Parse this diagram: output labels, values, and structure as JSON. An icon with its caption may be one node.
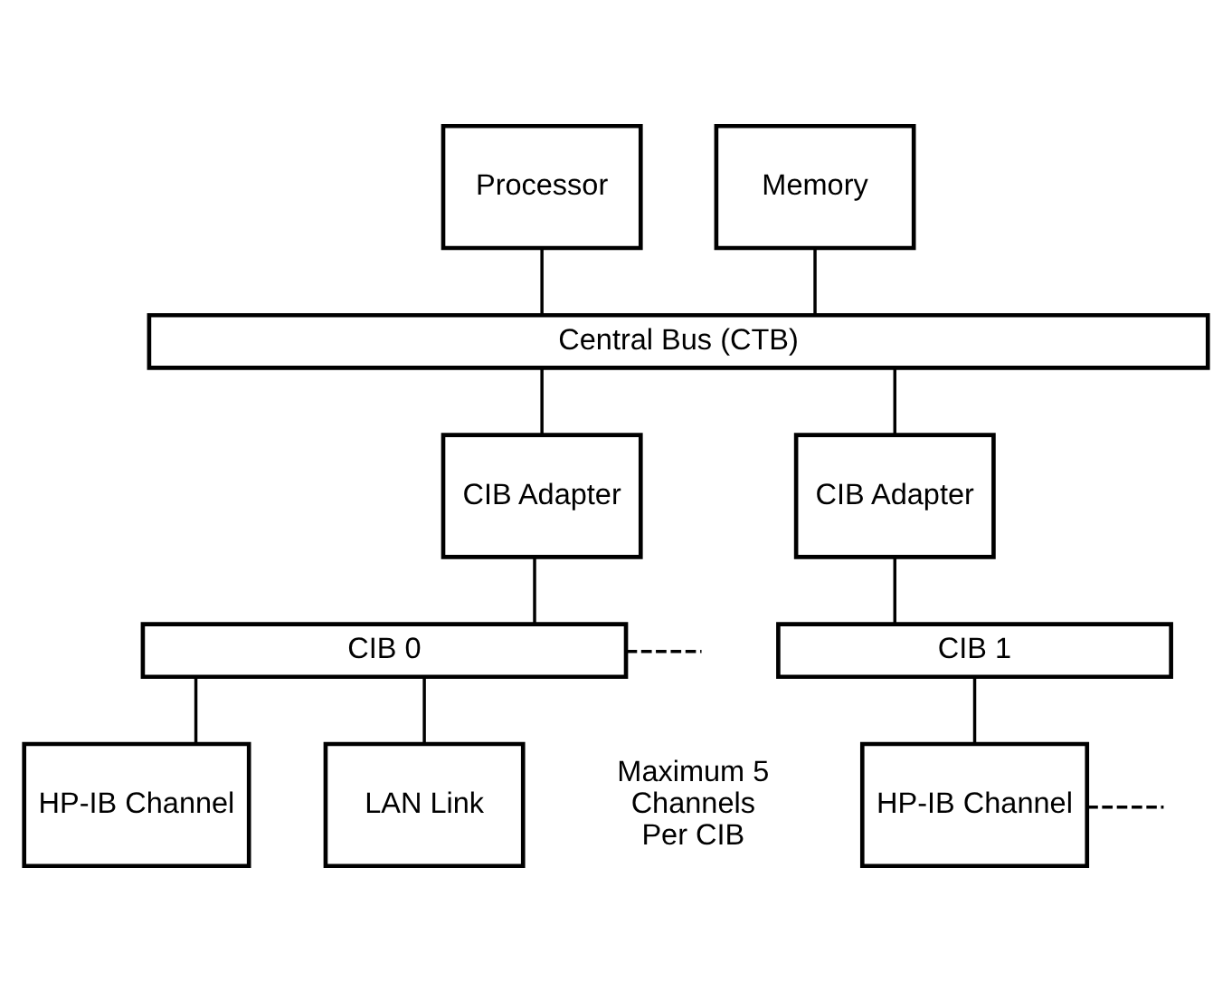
{
  "diagram": {
    "nodes": [
      {
        "text": [
          "Processor"
        ]
      },
      {
        "text": [
          "Memory"
        ]
      },
      {
        "text": [
          "Central Bus (CTB)"
        ]
      },
      {
        "text": [
          "CIB Adapter"
        ]
      },
      {
        "text": [
          "CIB Adapter"
        ]
      },
      {
        "text": [
          "CIB 0"
        ]
      },
      {
        "text": [
          "CIB 1"
        ]
      },
      {
        "text": [
          "HP-IB Channel"
        ]
      },
      {
        "text": [
          "LAN Link"
        ]
      },
      {
        "text": [
          "HP-IB Channel"
        ]
      }
    ],
    "edges": [
      {
        "from": 0,
        "to": 2,
        "arrow": "none"
      },
      {
        "from": 1,
        "to": 2,
        "arrow": "none"
      },
      {
        "from": 2,
        "to": 3,
        "arrow": "none"
      },
      {
        "from": 2,
        "to": 4,
        "arrow": "none"
      },
      {
        "from": 3,
        "to": 5,
        "arrow": "none"
      },
      {
        "from": 4,
        "to": 6,
        "arrow": "none"
      },
      {
        "from": 5,
        "to": null,
        "arrow": "none",
        "style": "dashed"
      },
      {
        "from": 5,
        "to": 7,
        "arrow": "none"
      },
      {
        "from": 5,
        "to": 8,
        "arrow": "none"
      },
      {
        "from": 6,
        "to": 9,
        "arrow": "none"
      },
      {
        "from": 9,
        "to": null,
        "arrow": "none",
        "style": "dashed"
      }
    ],
    "labels": [
      "Maximum 5 Channels Per CIB"
    ]
  }
}
